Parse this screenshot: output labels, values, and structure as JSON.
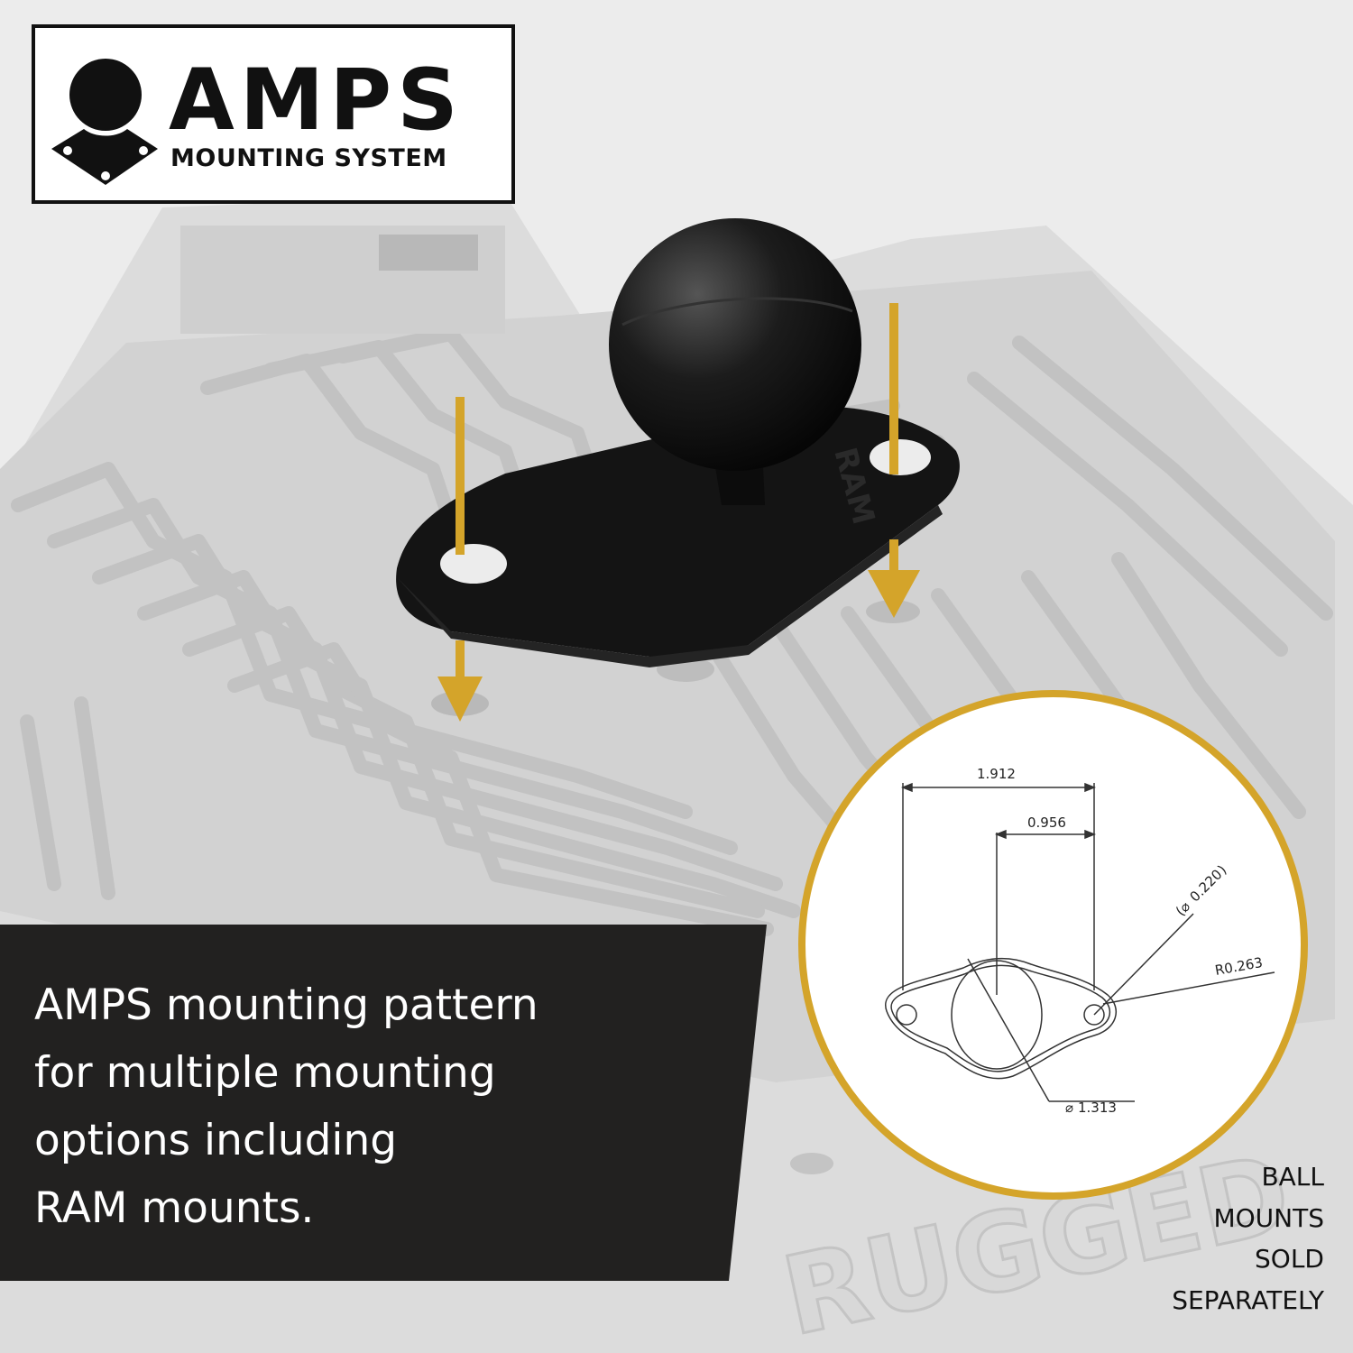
{
  "logo": {
    "title": "AMPS",
    "subtitle": "MOUNTING SYSTEM"
  },
  "caption": {
    "lines": [
      "AMPS mounting pattern",
      "for multiple mounting",
      "options including",
      "RAM mounts."
    ]
  },
  "mount_brand": "RAM",
  "background_brand": "RUGGED",
  "diagram": {
    "overall_width": "1.912",
    "half_width": "0.956",
    "hole_diameter": "0.220",
    "corner_radius": "R0.263",
    "center_diameter": "1.313"
  },
  "note": {
    "lines": [
      "BALL",
      "MOUNTS",
      "SOLD",
      "SEPARATELY"
    ]
  },
  "colors": {
    "accent_gold": "#d4a42a",
    "panel_dark": "#222120",
    "background": "#e9e9e9"
  }
}
